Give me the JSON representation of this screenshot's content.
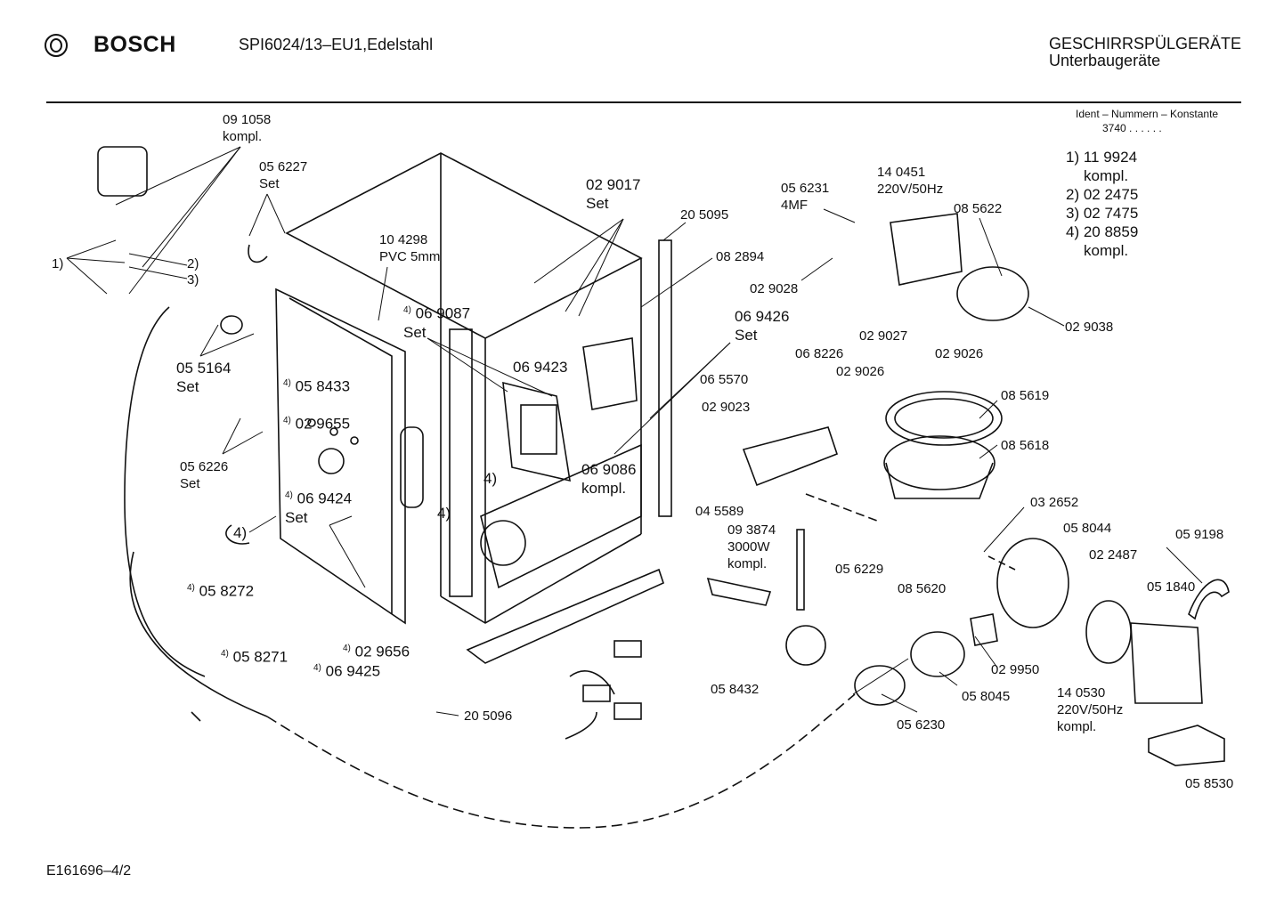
{
  "header": {
    "brand": "BOSCH",
    "model": "SPI6024/13–EU1,Edelstahl",
    "category": "GESCHIRRSPÜLGERÄTE",
    "subcategory": "Unterbaugeräte",
    "ident_title": "Ident – Nummern – Konstante",
    "ident_value": "3740 .  .  .  .  .  ."
  },
  "kit_legend": [
    {
      "label": "1) 11 9924"
    },
    {
      "label": "kompl."
    },
    {
      "label": "2) 02 2475"
    },
    {
      "label": "3) 02 7475"
    },
    {
      "label": "4) 20 8859"
    },
    {
      "label": "kompl."
    }
  ],
  "parts": [
    {
      "id": "p1",
      "lines": [
        "09 1058",
        "kompl."
      ]
    },
    {
      "id": "p2",
      "lines": [
        "05 6227",
        "Set"
      ]
    },
    {
      "id": "p3",
      "lines": [
        "1)"
      ]
    },
    {
      "id": "p4",
      "lines": [
        "2)"
      ]
    },
    {
      "id": "p5",
      "lines": [
        "3)"
      ]
    },
    {
      "id": "p6",
      "lines": [
        "05 5164",
        "Set"
      ]
    },
    {
      "id": "p7",
      "lines": [
        "05 6226",
        "Set"
      ]
    },
    {
      "id": "p8",
      "lines": [
        "4)"
      ]
    },
    {
      "id": "p9",
      "sup": "4)",
      "lines": [
        "05 8433"
      ]
    },
    {
      "id": "p10",
      "sup": "4)",
      "lines": [
        "02 9655"
      ]
    },
    {
      "id": "p11",
      "sup": "4)",
      "lines": [
        "06 9424",
        "Set"
      ]
    },
    {
      "id": "p12",
      "sup": "4)",
      "lines": [
        "05 8272"
      ]
    },
    {
      "id": "p13",
      "sup": "4)",
      "lines": [
        "05 8271"
      ]
    },
    {
      "id": "p14",
      "sup": "4)",
      "lines": [
        "02 9656"
      ]
    },
    {
      "id": "p15",
      "sup": "4)",
      "lines": [
        "06 9425"
      ]
    },
    {
      "id": "p16",
      "lines": [
        "10 4298",
        "PVC 5mm"
      ]
    },
    {
      "id": "p17",
      "sup": "4)",
      "lines": [
        "06 9087",
        "Set"
      ]
    },
    {
      "id": "p18",
      "lines": [
        "06 9423"
      ]
    },
    {
      "id": "p19",
      "lines": [
        "4)"
      ]
    },
    {
      "id": "p20",
      "lines": [
        "4)"
      ]
    },
    {
      "id": "p21",
      "lines": [
        "02 9017",
        "Set"
      ]
    },
    {
      "id": "p22",
      "lines": [
        "20 5095"
      ]
    },
    {
      "id": "p23",
      "lines": [
        "08 2894"
      ]
    },
    {
      "id": "p24",
      "lines": [
        "06 9426",
        "Set"
      ]
    },
    {
      "id": "p25",
      "lines": [
        "06 9086",
        "kompl."
      ]
    },
    {
      "id": "p26",
      "lines": [
        "20 5096"
      ]
    },
    {
      "id": "p27",
      "lines": [
        "05 6231",
        "4MF"
      ]
    },
    {
      "id": "p28",
      "lines": [
        "14 0451",
        "220V/50Hz"
      ]
    },
    {
      "id": "p29",
      "lines": [
        "08 5622"
      ]
    },
    {
      "id": "p30",
      "lines": [
        "02 9028"
      ]
    },
    {
      "id": "p31",
      "lines": [
        "02 9027"
      ]
    },
    {
      "id": "p32",
      "lines": [
        "02 9026"
      ]
    },
    {
      "id": "p33",
      "lines": [
        "02 9038"
      ]
    },
    {
      "id": "p34",
      "lines": [
        "06 8226"
      ]
    },
    {
      "id": "p35",
      "lines": [
        "06 5570"
      ]
    },
    {
      "id": "p36",
      "lines": [
        "02 9026"
      ]
    },
    {
      "id": "p37",
      "lines": [
        "02 9023"
      ]
    },
    {
      "id": "p38",
      "lines": [
        "08 5619"
      ]
    },
    {
      "id": "p39",
      "lines": [
        "08 5618"
      ]
    },
    {
      "id": "p40",
      "lines": [
        "04 5589"
      ]
    },
    {
      "id": "p41",
      "lines": [
        "09 3874",
        "3000W",
        "kompl."
      ]
    },
    {
      "id": "p42",
      "lines": [
        "03 2652"
      ]
    },
    {
      "id": "p43",
      "lines": [
        "05 6229"
      ]
    },
    {
      "id": "p44",
      "lines": [
        "08 5620"
      ]
    },
    {
      "id": "p45",
      "lines": [
        "05 8044"
      ]
    },
    {
      "id": "p46",
      "lines": [
        "02 2487"
      ]
    },
    {
      "id": "p47",
      "lines": [
        "05 9198"
      ]
    },
    {
      "id": "p48",
      "lines": [
        "05 1840"
      ]
    },
    {
      "id": "p49",
      "lines": [
        "05 8432"
      ]
    },
    {
      "id": "p50",
      "lines": [
        "02 9950"
      ]
    },
    {
      "id": "p51",
      "lines": [
        "05 8045"
      ]
    },
    {
      "id": "p52",
      "lines": [
        "14 0530",
        "220V/50Hz",
        "kompl."
      ]
    },
    {
      "id": "p53",
      "lines": [
        "05 6230"
      ]
    },
    {
      "id": "p54",
      "lines": [
        "05 8530"
      ]
    }
  ],
  "footer": {
    "drawing_id": "E161696–4/2"
  }
}
